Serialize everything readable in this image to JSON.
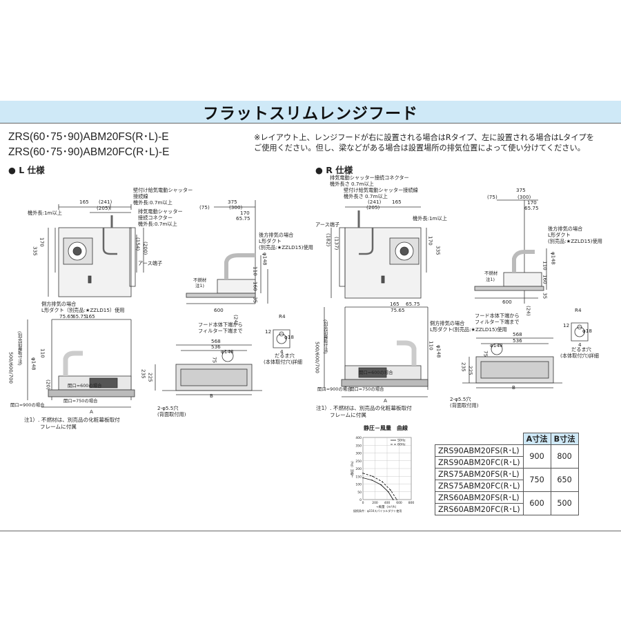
{
  "title": "フラットスリムレンジフード",
  "models": [
    "ZRS(60･75･90)ABM20FS(R･L)-E",
    "ZRS(60･75･90)ABM20FC(R･L)-E"
  ],
  "notice": [
    "※レイアウト上、レンジフードが右に設置される場合はRタイプ、左に設置される場合はLタイプを",
    "ご使用ください。但し、梁などがある場合は設置場所の排気位置によって使い分けてください。"
  ],
  "spec_l": "● L 仕様",
  "spec_r": "● R 仕様",
  "l_top": {
    "shutter": [
      "壁付け給気電動シャッター",
      "接続線",
      "機外長:0.7m以上"
    ],
    "wire1m": "機外長:1m以上",
    "exhaust_shutter": [
      "排気電動シャッター",
      "接続コネクター",
      "機外長:0.7m以上"
    ],
    "earth": "アース端子",
    "dims": [
      "165",
      "(241)",
      "(205)",
      "170",
      "335",
      "(154)",
      "(200)"
    ]
  },
  "l_side": {
    "dims": [
      "375",
      "(75)",
      "(300)",
      "170",
      "65.75",
      "600",
      "(24)",
      "35",
      "160",
      "110"
    ],
    "phi": "φ148",
    "rear": [
      "後方排気の場合",
      "L形ダクト",
      "(別売品:★ZZLD15)使用"
    ],
    "fire": [
      "不燃材",
      "注1)"
    ],
    "filter": [
      "フード本体下端から",
      "フィルター下端まで"
    ]
  },
  "l_front": {
    "side_exhaust": [
      "側方排気の場合",
      "L形ダクト（別売品:★ZZLD15）使用"
    ],
    "dims": [
      "75.65",
      "65.75",
      "165",
      "110",
      "φ148",
      "(20)"
    ],
    "height": [
      "500/600/700",
      "(別売前幕板寸法)"
    ],
    "openings": [
      "開口=600の場合",
      "開口=750の場合",
      "開口=900の場合"
    ],
    "a": "A"
  },
  "l_bottom": {
    "dims": [
      "568",
      "536",
      "φ148",
      "75",
      "235",
      "225",
      "B"
    ],
    "holes": [
      "2-φ5.5穴",
      "(背面取付用)"
    ]
  },
  "detail": {
    "dims": [
      "R4",
      "12",
      "φ18",
      "4"
    ],
    "label": [
      "だるま穴",
      "(本体取付穴)詳細"
    ]
  },
  "footnote": [
    "注1）. 不燃材は、別売品の化粧幕板取付",
    "フレームに付属"
  ],
  "r_top": {
    "connector": [
      "排気電動シャッター接続コネクター",
      "機外長さ 0.7m以上"
    ],
    "shutter": [
      "壁付け給気電動シャッター接続線",
      "機外長さ 0.7m以上"
    ],
    "earth": "アース端子",
    "wire1m": "機外長:1m以上",
    "dims": [
      "(241)",
      "(205)",
      "165",
      "(182)",
      "(137)",
      "170",
      "335"
    ]
  },
  "r_side": {
    "dims": [
      "375",
      "(75)",
      "(300)",
      "170",
      "65.75",
      "600",
      "(24)",
      "35",
      "160",
      "110"
    ],
    "phi": "φ148",
    "rear": [
      "後方排気の場合",
      "L形ダクト",
      "(別売品:★ZZLD15)使用"
    ],
    "fire": [
      "不燃材",
      "注1)"
    ],
    "filter": [
      "フード本体下端から",
      "フィルター下端まで"
    ]
  },
  "r_front": {
    "dims": [
      "165",
      "65.75",
      "75.65",
      "110",
      "φ148"
    ],
    "side_exhaust": [
      "側方排気の場合",
      "L形ダクト(別売品:★ZZLD15)使用"
    ],
    "height": [
      "500/600/700",
      "(別売前幕板寸法)"
    ],
    "openings": [
      "開口=600の場合",
      "開口=750の場合",
      "開口=900の場合"
    ],
    "a": "A"
  },
  "r_bottom": {
    "dims": [
      "568",
      "536",
      "φ148",
      "75",
      "235",
      "225",
      "B"
    ],
    "holes": [
      "2-φ5.5穴",
      "(背面取付用)"
    ]
  },
  "r_detail": {
    "dims": [
      "R4",
      "12",
      "φ18",
      "4"
    ],
    "label": [
      "だるま穴",
      "(本体取付穴)詳細"
    ]
  },
  "r_footnote": [
    "注1）. 不燃材は、別売品の化粧幕板取付",
    "フレームに付属"
  ],
  "chart_data": {
    "type": "line",
    "title": "静圧－風量　曲線",
    "xlabel": "→風量（m³/h）",
    "ylabel": "→静圧（Pa）",
    "x_ticks": [
      "0",
      "200",
      "400",
      "600",
      "800"
    ],
    "y_ticks": [
      "0",
      "50",
      "100",
      "150",
      "200",
      "250",
      "300",
      "350",
      "400"
    ],
    "xlim": [
      0,
      800
    ],
    "ylim": [
      0,
      400
    ],
    "legend": [
      "50Hz",
      "60Hz"
    ],
    "series": [
      {
        "name": "50Hz",
        "x": [
          0,
          150,
          300,
          420,
          500
        ],
        "y": [
          140,
          125,
          95,
          50,
          0
        ]
      },
      {
        "name": "60Hz",
        "x": [
          0,
          160,
          320,
          460,
          560
        ],
        "y": [
          170,
          150,
          115,
          60,
          0
        ]
      }
    ],
    "note": "接続条件：φ150スパイラルダクト使用"
  },
  "table": {
    "headers": [
      "",
      "A寸法",
      "B寸法"
    ],
    "rows": [
      {
        "models": [
          "ZRS90ABM20FS(R･L)",
          "ZRS90ABM20FC(R･L)"
        ],
        "a": "900",
        "b": "800"
      },
      {
        "models": [
          "ZRS75ABM20FS(R･L)",
          "ZRS75ABM20FC(R･L)"
        ],
        "a": "750",
        "b": "650"
      },
      {
        "models": [
          "ZRS60ABM20FS(R･L)",
          "ZRS60ABM20FC(R･L)"
        ],
        "a": "600",
        "b": "500"
      }
    ]
  }
}
